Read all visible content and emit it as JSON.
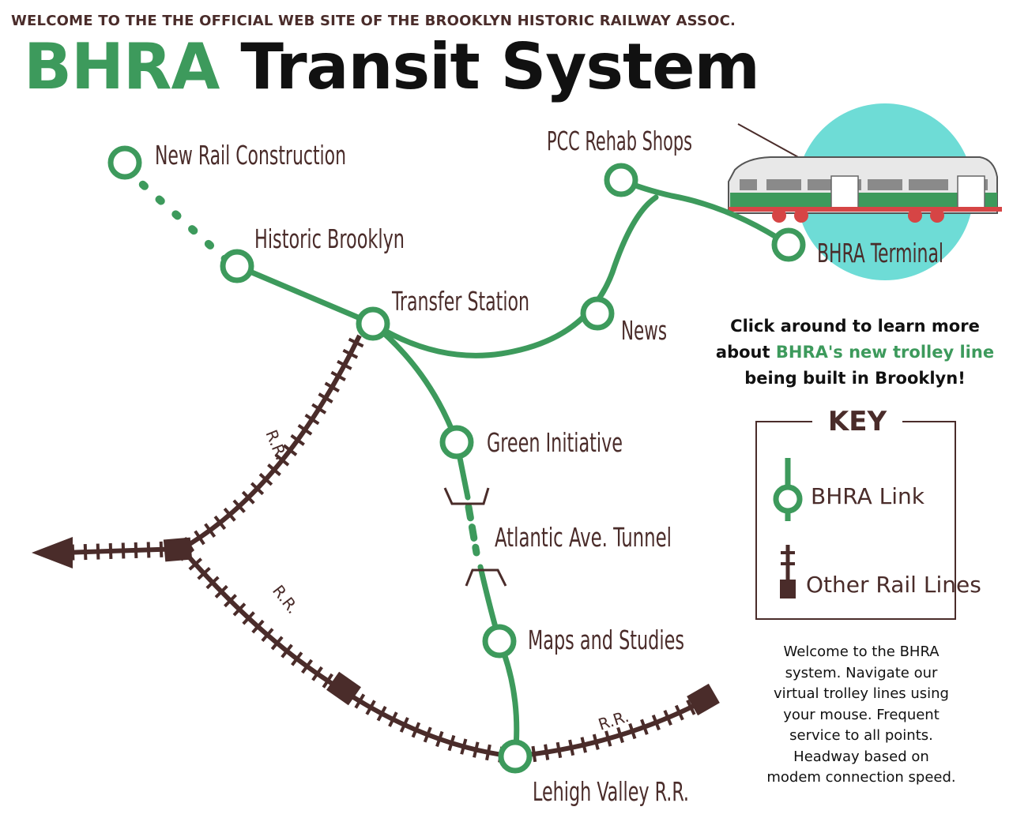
{
  "header": {
    "tagline": "WELCOME TO THE THE OFFICIAL WEB SITE OF THE BROOKLYN HISTORIC RAILWAY ASSOC.",
    "title_brand": "BHRA",
    "title_rest": "Transit System"
  },
  "stations": [
    {
      "id": "new-rail-construction",
      "label": "New Rail Construction"
    },
    {
      "id": "historic-brooklyn",
      "label": "Historic Brooklyn"
    },
    {
      "id": "transfer-station",
      "label": "Transfer Station"
    },
    {
      "id": "news",
      "label": "News"
    },
    {
      "id": "pcc-rehab-shops",
      "label": "PCC Rehab Shops"
    },
    {
      "id": "bhra-terminal",
      "label": "BHRA Terminal"
    },
    {
      "id": "green-initiative",
      "label": "Green Initiative"
    },
    {
      "id": "atlantic-ave-tunnel",
      "label": "Atlantic Ave. Tunnel"
    },
    {
      "id": "maps-and-studies",
      "label": "Maps and Studies"
    },
    {
      "id": "lehigh-valley-rr",
      "label": "Lehigh Valley R.R."
    }
  ],
  "rail_labels": [
    "R.R.",
    "R.R.",
    "R.R."
  ],
  "promo": {
    "line1": "Click around to learn more",
    "line2_prefix": "about ",
    "line2_highlight": "BHRA's new trolley line",
    "line3": "being built in Brooklyn!"
  },
  "key": {
    "title": "KEY",
    "bhra_link": "BHRA Link",
    "other_rail": "Other Rail Lines"
  },
  "note": "Welcome to the BHRA system. Navigate our virtual trolley lines using your mouse. Frequent service to all points. Headway based on modem connection speed.",
  "colors": {
    "green": "#3d9a5c",
    "rail_brown": "#4a2c2a",
    "cyan_circle": "#6edcd6",
    "text_dark": "#111111"
  },
  "icons": [
    "trolley-car-icon",
    "arrow-left-icon",
    "station-circle-icon",
    "tunnel-portal-icon"
  ]
}
